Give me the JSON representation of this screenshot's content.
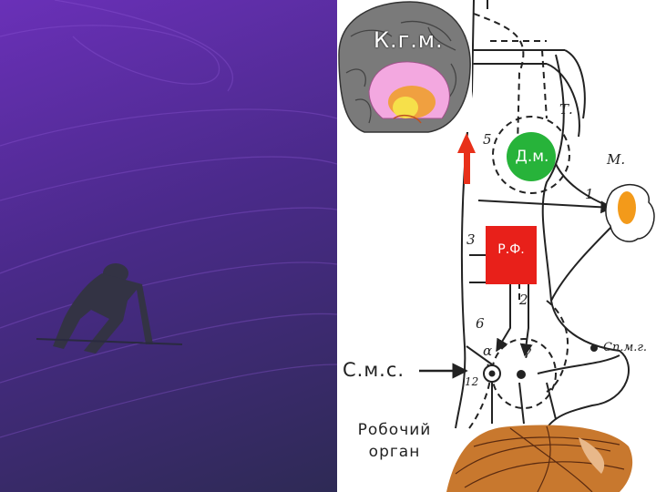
{
  "labels": {
    "brain": "К.г.м.",
    "dm": "Д.м.",
    "rf": "Р.Ф.",
    "sms": "С.м.с.",
    "organ_line1": "Робочий",
    "organ_line2": "орган",
    "t": "Т.",
    "m": "М.",
    "spmg": "Сп.м.г.",
    "gamma": "γ",
    "alpha": "α",
    "n1": "1",
    "n2": "2",
    "n3": "3",
    "n5": "5",
    "n6": "6",
    "n12": "12"
  },
  "colors": {
    "dm_circle": "#27b33a",
    "rf_box": "#e8201a",
    "arrow_red": "#e8301a",
    "cerebellum": "#f39a1a",
    "brain_gray": "#7a7a7a",
    "brain_pink": "#f3a8e0",
    "muscle": "#c8782e"
  }
}
